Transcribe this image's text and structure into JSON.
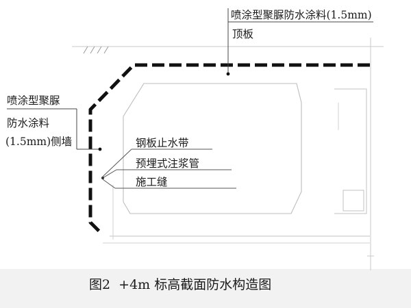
{
  "labels": {
    "roof_coating": "喷涂型聚脲防水涂料(1.5mm)",
    "roof": "顶板",
    "wall_line1": "喷涂型聚脲",
    "wall_line2": "防水涂料",
    "wall_line3": "(1.5mm)侧墙",
    "waterstop": "钢板止水带",
    "grout_pipe": "预埋式注浆管",
    "joint": "施工缝"
  },
  "caption": "图2  +4m 标高截面防水构造图",
  "colors": {
    "ink": "#1a1a1a",
    "faint_line": "#b8b8b8",
    "caption_band": "#f2f2f2"
  }
}
